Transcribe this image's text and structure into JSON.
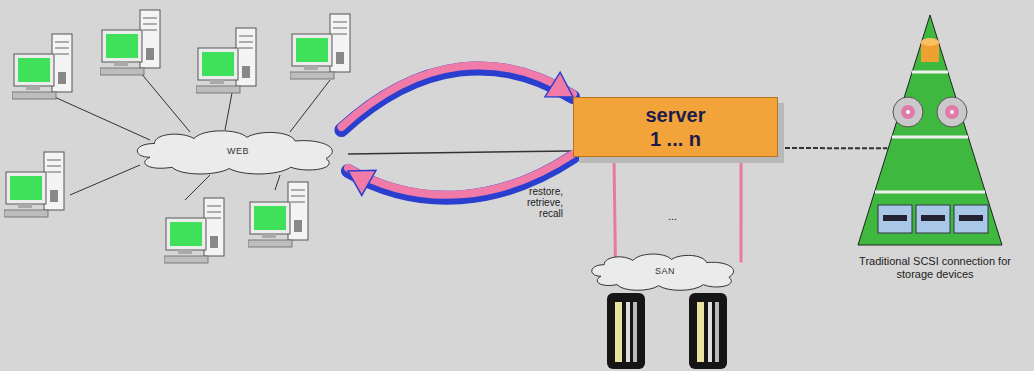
{
  "diagram": {
    "nodes": [
      {
        "text": [
          "WEB"
        ]
      },
      {
        "text": [
          "server",
          "1 ... n"
        ]
      },
      {
        "text": [
          "SAN"
        ]
      },
      {
        "text": [
          "Traditional SCSI connection for storage devices"
        ]
      }
    ],
    "edges": [
      {
        "from": 0,
        "to": 1,
        "arrow": "none"
      },
      {
        "from": 0,
        "to": 1,
        "arrow": "to"
      },
      {
        "from": 1,
        "to": 0,
        "arrow": "to",
        "label": "restore, retrieve, recall"
      },
      {
        "from": 1,
        "to": 2,
        "arrow": "none"
      },
      {
        "from": 1,
        "to": 2,
        "arrow": "none"
      },
      {
        "from": 1,
        "to": 3,
        "arrow": "none"
      }
    ],
    "labels": [
      "..."
    ]
  }
}
